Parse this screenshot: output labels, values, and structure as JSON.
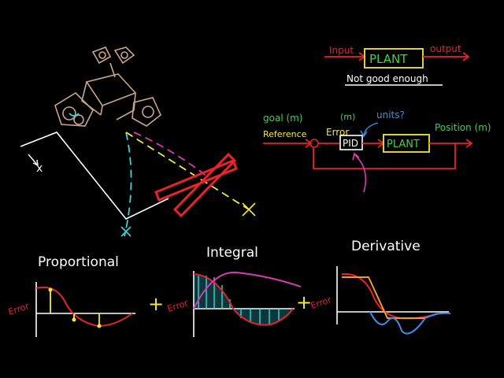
{
  "plant_diagram": {
    "input_label": "Input",
    "plant_label": "PLANT",
    "output_label": "output",
    "caption": "Not good enough"
  },
  "pid_diagram": {
    "goal_label": "goal (m)",
    "reference_label": "Reference",
    "error_unit": "(m)",
    "error_label": "Error",
    "units_question": "units?",
    "pid_label": "PID",
    "plant_label": "PLANT",
    "position_label": "Position (m)"
  },
  "sections": {
    "proportional": "Proportional",
    "integral": "Integral",
    "derivative": "Derivative",
    "plus": "+",
    "error_axis": "Error"
  },
  "robot_scene": {
    "target_mark": "x"
  },
  "colors": {
    "red": "#e8232a",
    "yellow": "#f5e83a",
    "green": "#3fd34a",
    "cyan": "#3ad6e0",
    "magenta": "#d93bb0",
    "white": "#ffffff",
    "robot": "#c9a68a",
    "blue": "#3c8fe8",
    "orange": "#f09a2a"
  }
}
